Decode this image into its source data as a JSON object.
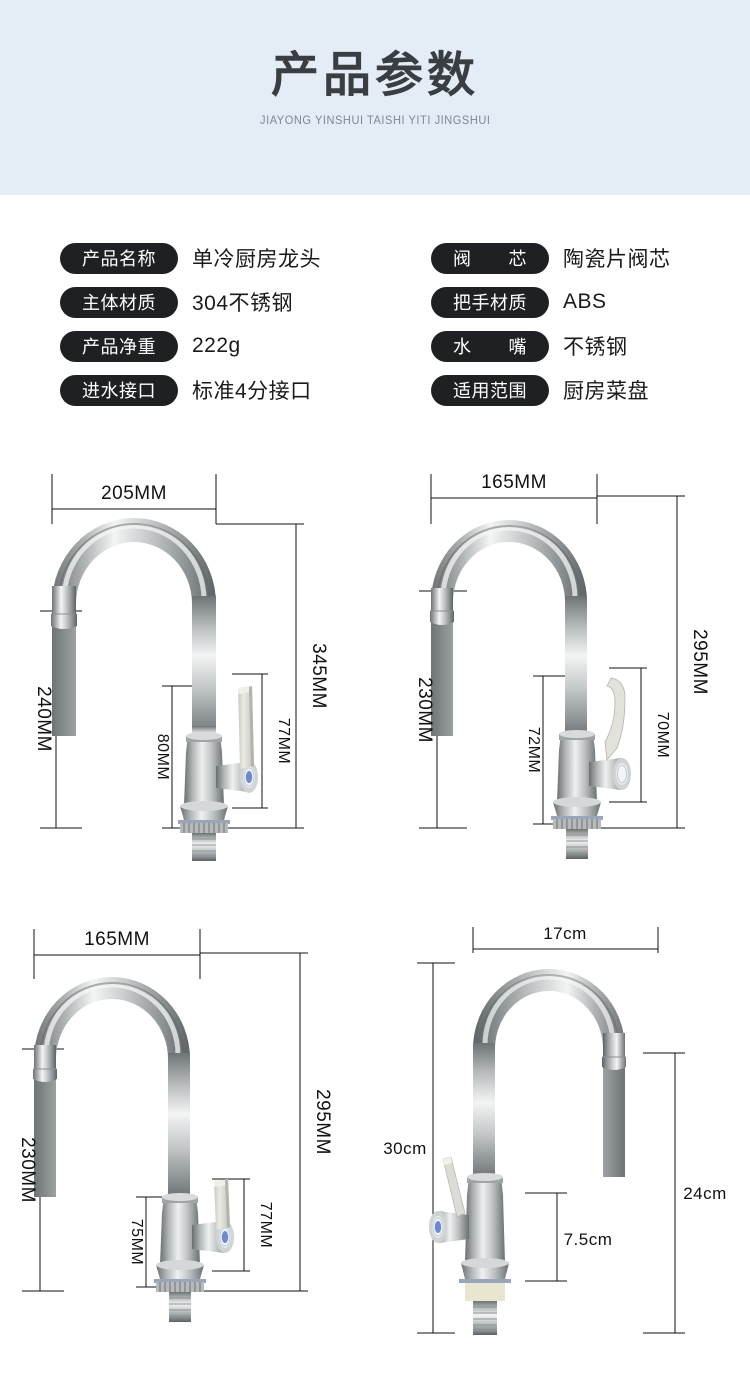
{
  "header": {
    "title": "产品参数",
    "subtitle": "JIAYONG YINSHUI TAISHI YITI JINGSHUI",
    "bg_color": "#e4ecf6",
    "title_color": "#3a3d42",
    "subtitle_color": "#7d8896"
  },
  "specs": {
    "left": [
      {
        "label": "产品名称",
        "value": "单冷厨房龙头"
      },
      {
        "label": "主体材质",
        "value": "304不锈钢"
      },
      {
        "label": "产品净重",
        "value": "222g"
      },
      {
        "label": "进水接口",
        "value": "标准4分接口"
      }
    ],
    "right": [
      {
        "label": "阀　　芯",
        "value": "陶瓷片阀芯"
      },
      {
        "label": "把手材质",
        "value": "ABS"
      },
      {
        "label": "水　　嘴",
        "value": "不锈钢"
      },
      {
        "label": "适用范围",
        "value": "厨房菜盘"
      }
    ],
    "pill_color": "#1f2023",
    "pill_text_color": "#ffffff",
    "value_color": "#1a1a1a"
  },
  "diagrams": [
    {
      "id": "diagram-1",
      "units": "MM",
      "mirrored": false,
      "dims": {
        "top_width": "205MM",
        "right_height": "345MM",
        "left_height": "240MM",
        "inner_left": "80MM",
        "inner_right": "77MM"
      }
    },
    {
      "id": "diagram-2",
      "units": "MM",
      "mirrored": false,
      "dims": {
        "top_width": "165MM",
        "right_height": "295MM",
        "left_height": "230MM",
        "inner_left": "72MM",
        "inner_right": "70MM"
      }
    },
    {
      "id": "diagram-3",
      "units": "MM",
      "mirrored": false,
      "dims": {
        "top_width": "165MM",
        "right_height": "295MM",
        "left_height": "230MM",
        "inner_left": "75MM",
        "inner_right": "77MM"
      }
    },
    {
      "id": "diagram-4",
      "units": "cm",
      "mirrored": true,
      "dims": {
        "top_width": "17cm",
        "right_height": "24cm",
        "left_height": "30cm",
        "inner_right": "7.5cm"
      }
    }
  ],
  "colors": {
    "steel_light": "#f2f3f3",
    "steel_mid": "#b9bcbd",
    "steel_dark": "#6f7476",
    "steel_edge": "#53585a",
    "badge_blue": "#5a76c8",
    "dimension_line": "#111111"
  }
}
